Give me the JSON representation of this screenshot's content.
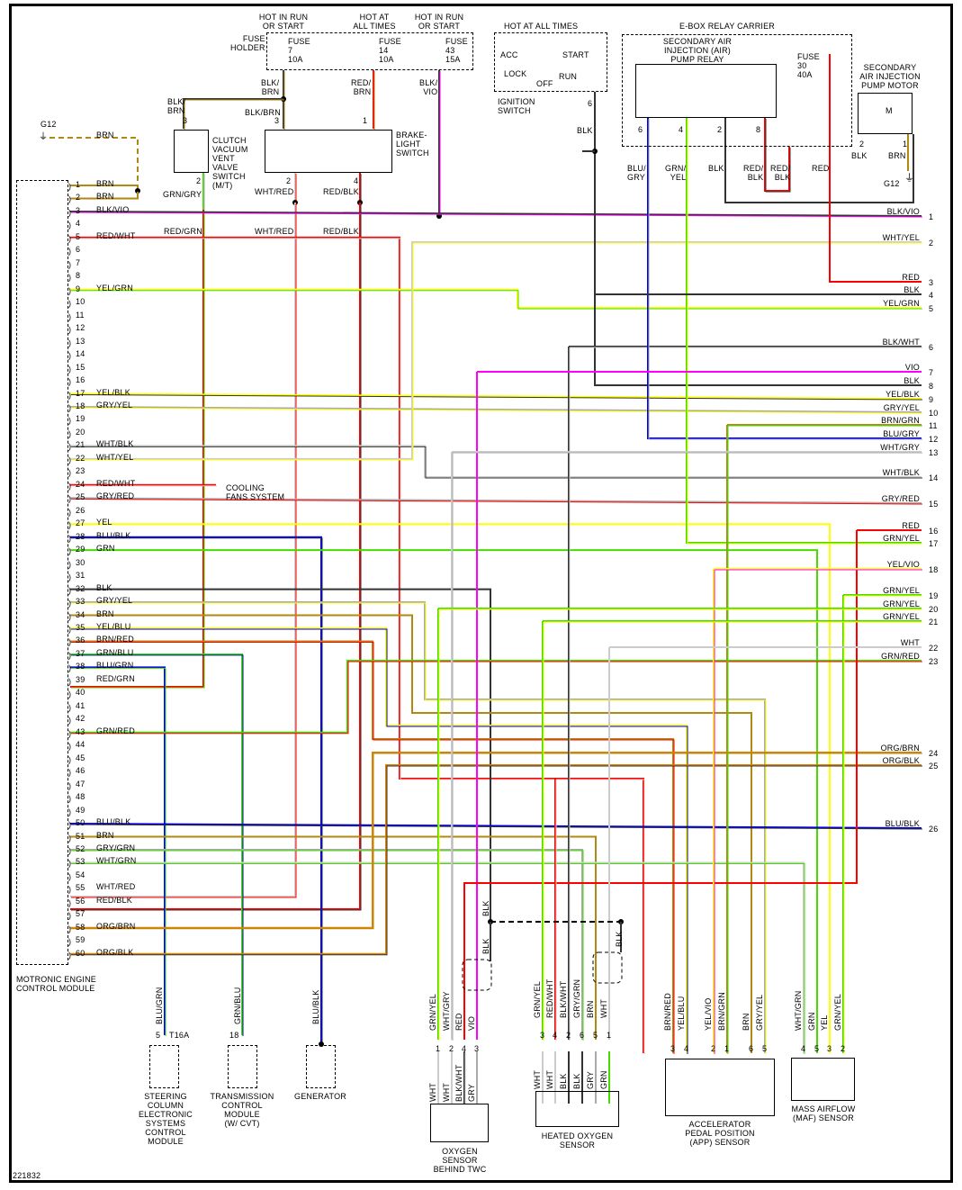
{
  "diagram": {
    "figure_id": "221832",
    "ecm": {
      "label": "MOTRONIC ENGINE\nCONTROL MODULE",
      "pins": [
        {
          "pin": "1",
          "wire": "BRN"
        },
        {
          "pin": "2",
          "wire": "BRN"
        },
        {
          "pin": "3",
          "wire": "BLK/VIO"
        },
        {
          "pin": "4",
          "wire": ""
        },
        {
          "pin": "5",
          "wire": "RED/WHT"
        },
        {
          "pin": "6",
          "wire": ""
        },
        {
          "pin": "7",
          "wire": ""
        },
        {
          "pin": "8",
          "wire": ""
        },
        {
          "pin": "9",
          "wire": "YEL/GRN"
        },
        {
          "pin": "10",
          "wire": ""
        },
        {
          "pin": "11",
          "wire": ""
        },
        {
          "pin": "12",
          "wire": ""
        },
        {
          "pin": "13",
          "wire": ""
        },
        {
          "pin": "14",
          "wire": ""
        },
        {
          "pin": "15",
          "wire": ""
        },
        {
          "pin": "16",
          "wire": ""
        },
        {
          "pin": "17",
          "wire": "YEL/BLK"
        },
        {
          "pin": "18",
          "wire": "GRY/YEL"
        },
        {
          "pin": "19",
          "wire": ""
        },
        {
          "pin": "20",
          "wire": ""
        },
        {
          "pin": "21",
          "wire": "WHT/BLK"
        },
        {
          "pin": "22",
          "wire": "WHT/YEL"
        },
        {
          "pin": "23",
          "wire": ""
        },
        {
          "pin": "24",
          "wire": "RED/WHT"
        },
        {
          "pin": "25",
          "wire": "GRY/RED"
        },
        {
          "pin": "26",
          "wire": ""
        },
        {
          "pin": "27",
          "wire": "YEL"
        },
        {
          "pin": "28",
          "wire": "BLU/BLK"
        },
        {
          "pin": "29",
          "wire": "GRN"
        },
        {
          "pin": "30",
          "wire": ""
        },
        {
          "pin": "31",
          "wire": ""
        },
        {
          "pin": "32",
          "wire": "BLK"
        },
        {
          "pin": "33",
          "wire": "GRY/YEL"
        },
        {
          "pin": "34",
          "wire": "BRN"
        },
        {
          "pin": "35",
          "wire": "YEL/BLU"
        },
        {
          "pin": "36",
          "wire": "BRN/RED"
        },
        {
          "pin": "37",
          "wire": "GRN/BLU"
        },
        {
          "pin": "38",
          "wire": "BLU/GRN"
        },
        {
          "pin": "39",
          "wire": "RED/GRN"
        },
        {
          "pin": "40",
          "wire": ""
        },
        {
          "pin": "41",
          "wire": ""
        },
        {
          "pin": "42",
          "wire": ""
        },
        {
          "pin": "43",
          "wire": "GRN/RED"
        },
        {
          "pin": "44",
          "wire": ""
        },
        {
          "pin": "45",
          "wire": ""
        },
        {
          "pin": "46",
          "wire": ""
        },
        {
          "pin": "47",
          "wire": ""
        },
        {
          "pin": "48",
          "wire": ""
        },
        {
          "pin": "49",
          "wire": ""
        },
        {
          "pin": "50",
          "wire": "BLU/BLK"
        },
        {
          "pin": "51",
          "wire": "BRN"
        },
        {
          "pin": "52",
          "wire": "GRY/GRN"
        },
        {
          "pin": "53",
          "wire": "WHT/GRN"
        },
        {
          "pin": "54",
          "wire": ""
        },
        {
          "pin": "55",
          "wire": "WHT/RED"
        },
        {
          "pin": "56",
          "wire": "RED/BLK"
        },
        {
          "pin": "57",
          "wire": ""
        },
        {
          "pin": "58",
          "wire": "ORG/BRN"
        },
        {
          "pin": "59",
          "wire": ""
        },
        {
          "pin": "60",
          "wire": "ORG/BLK"
        }
      ]
    },
    "right_connector": [
      {
        "num": "1",
        "wire": "BLK/VIO"
      },
      {
        "num": "2",
        "wire": "WHT/YEL"
      },
      {
        "num": "3",
        "wire": "RED"
      },
      {
        "num": "4",
        "wire": "BLK"
      },
      {
        "num": "5",
        "wire": "YEL/GRN"
      },
      {
        "num": "6",
        "wire": "BLK/WHT"
      },
      {
        "num": "7",
        "wire": "VIO"
      },
      {
        "num": "8",
        "wire": "BLK"
      },
      {
        "num": "9",
        "wire": "YEL/BLK"
      },
      {
        "num": "10",
        "wire": "GRY/YEL"
      },
      {
        "num": "11",
        "wire": "BRN/GRN"
      },
      {
        "num": "12",
        "wire": "BLU/GRY"
      },
      {
        "num": "13",
        "wire": "WHT/GRY"
      },
      {
        "num": "14",
        "wire": "WHT/BLK"
      },
      {
        "num": "15",
        "wire": "GRY/RED"
      },
      {
        "num": "16",
        "wire": "RED"
      },
      {
        "num": "17",
        "wire": "GRN/YEL"
      },
      {
        "num": "18",
        "wire": "YEL/VIO"
      },
      {
        "num": "19",
        "wire": "GRN/YEL"
      },
      {
        "num": "20",
        "wire": "GRN/YEL"
      },
      {
        "num": "21",
        "wire": "GRN/YEL"
      },
      {
        "num": "22",
        "wire": "WHT"
      },
      {
        "num": "23",
        "wire": "GRN/RED"
      },
      {
        "num": "24",
        "wire": "ORG/BRN"
      },
      {
        "num": "25",
        "wire": "ORG/BLK"
      },
      {
        "num": "26",
        "wire": "BLU/BLK"
      }
    ],
    "ground_top": {
      "name": "G12",
      "wire": "BRN"
    },
    "fuse_holder": {
      "label": "FUSE\nHOLDER",
      "fuses": [
        {
          "supply": "HOT IN RUN\nOR START",
          "name": "FUSE\n7\n10A",
          "out_wire": "BLK/\nBRN"
        },
        {
          "supply": "HOT AT\nALL TIMES",
          "name": "FUSE\n14\n10A",
          "out_wire": "RED/\nBRN"
        },
        {
          "supply": "HOT IN RUN\nOR START",
          "name": "FUSE\n43\n15A",
          "out_wire": "BLK/\nVIO"
        }
      ]
    },
    "clutch_switch": {
      "label": "CLUTCH\nVACUUM\nVENT\nVALVE\nSWITCH\n(M/T)",
      "pin_in": "3",
      "in_wire": "BLK/\nBRN",
      "pin_out": "2",
      "out_wire": "GRN/GRY",
      "lower_wire": "RED/GRN"
    },
    "brake_switch": {
      "label": "BRAKE-\nLIGHT\nSWITCH",
      "pin_in_a": "3",
      "in_wire_a": "BLK/BRN",
      "pin_in_b": "1",
      "pin_out_a": "2",
      "out_wire_a": "WHT/RED",
      "pin_out_b": "4",
      "out_wire_b": "RED/BLK"
    },
    "ignition_switch": {
      "supply": "HOT AT ALL TIMES",
      "label": "IGNITION\nSWITCH",
      "positions": [
        "ACC",
        "LOCK",
        "OFF",
        "START",
        "RUN"
      ],
      "pin": "6",
      "wire": "BLK"
    },
    "ebox": {
      "label": "E-BOX RELAY CARRIER",
      "relay_label": "SECONDARY AIR\nINJECTION (AIR)\nPUMP RELAY",
      "relay_pins": [
        {
          "pin": "6",
          "wire": "BLU/\nGRY"
        },
        {
          "pin": "4",
          "wire": "GRN/\nYEL"
        },
        {
          "pin": "2",
          "wire": "BLK"
        },
        {
          "pin": "8",
          "wire": "RED/\nBLK"
        }
      ],
      "fuse": "FUSE\n30\n40A",
      "fuse_wire": "RED/\nBLK",
      "out_wire": "RED"
    },
    "pump_motor": {
      "label": "SECONDARY\nAIR INJECTION\nPUMP MOTOR",
      "symbol": "M",
      "pin2": "2",
      "pin2_wire": "BLK",
      "pin1": "1",
      "pin1_wire": "BRN",
      "ground": "G12"
    },
    "cooling_fans": "COOLING\nFANS SYSTEM",
    "bottom_components": {
      "steering": {
        "label": "STEERING\nCOLUMN\nELECTRONIC\nSYSTEMS\nCONTROL\nMODULE",
        "pin": "5",
        "connector": "T16A",
        "wire": "BLU/GRN"
      },
      "tcm": {
        "label": "TRANSMISSION\nCONTROL\nMODULE\n(W/ CVT)",
        "pin": "18",
        "wire": "GRN/BLU"
      },
      "generator": {
        "label": "GENERATOR",
        "wire": "BLU/BLK"
      },
      "o2_rear": {
        "label": "OXYGEN\nSENSOR\nBEHIND TWC",
        "pins": [
          {
            "pin": "1",
            "wire": "GRN/YEL",
            "inner": "WHT"
          },
          {
            "pin": "2",
            "wire": "WHT/GRY",
            "inner": "WHT"
          },
          {
            "pin": "4",
            "wire": "RED",
            "inner": "BLK/WHT"
          },
          {
            "pin": "3",
            "wire": "VIO",
            "inner": "GRY"
          }
        ],
        "shield_wire": "BLK"
      },
      "ho2s": {
        "label": "HEATED OXYGEN\nSENSOR",
        "pins": [
          {
            "pin": "3",
            "wire": "GRN/YEL",
            "inner": "WHT"
          },
          {
            "pin": "4",
            "wire": "RED/WHT",
            "inner": "WHT"
          },
          {
            "pin": "2",
            "wire": "BLK/WHT",
            "inner": "BLK"
          },
          {
            "pin": "6",
            "wire": "GRY/GRN",
            "inner": "BLK"
          },
          {
            "pin": "5",
            "wire": "BRN",
            "inner": "GRY"
          },
          {
            "pin": "1",
            "wire": "WHT",
            "inner": "GRN"
          }
        ],
        "shield_wire": "BLK"
      },
      "app": {
        "label": "ACCELERATOR\nPEDAL POSITION\n(APP) SENSOR",
        "pins": [
          {
            "pin": "3",
            "wire": "BRN/RED"
          },
          {
            "pin": "4",
            "wire": "YEL/BLU"
          },
          {
            "pin": "2",
            "wire": "YEL/VIO"
          },
          {
            "pin": "1",
            "wire": "BRN/GRN"
          },
          {
            "pin": "6",
            "wire": "BRN"
          },
          {
            "pin": "5",
            "wire": "GRY/YEL"
          }
        ]
      },
      "maf": {
        "label": "MASS AIRFLOW\n(MAF) SENSOR",
        "pins": [
          {
            "pin": "4",
            "wire": "WHT/GRN"
          },
          {
            "pin": "5",
            "wire": "GRN"
          },
          {
            "pin": "3",
            "wire": "YEL"
          },
          {
            "pin": "2",
            "wire": "GRN/YEL"
          }
        ]
      }
    },
    "mid_labels": {
      "red_grn": "RED/GRN",
      "wht_red": "WHT/RED",
      "red_blk": "RED/BLK",
      "blk": "BLK"
    },
    "colors": {
      "BRN": "#b08a10",
      "BLK": "#333333",
      "VIO": "#ff00ff",
      "RED": "#ff0000",
      "WHT": "#cccccc",
      "YEL": "#ffff00",
      "GRN": "#44dd00",
      "GRY": "#aaaaaa",
      "BLU": "#0000dd",
      "ORG": "#e08000"
    }
  }
}
